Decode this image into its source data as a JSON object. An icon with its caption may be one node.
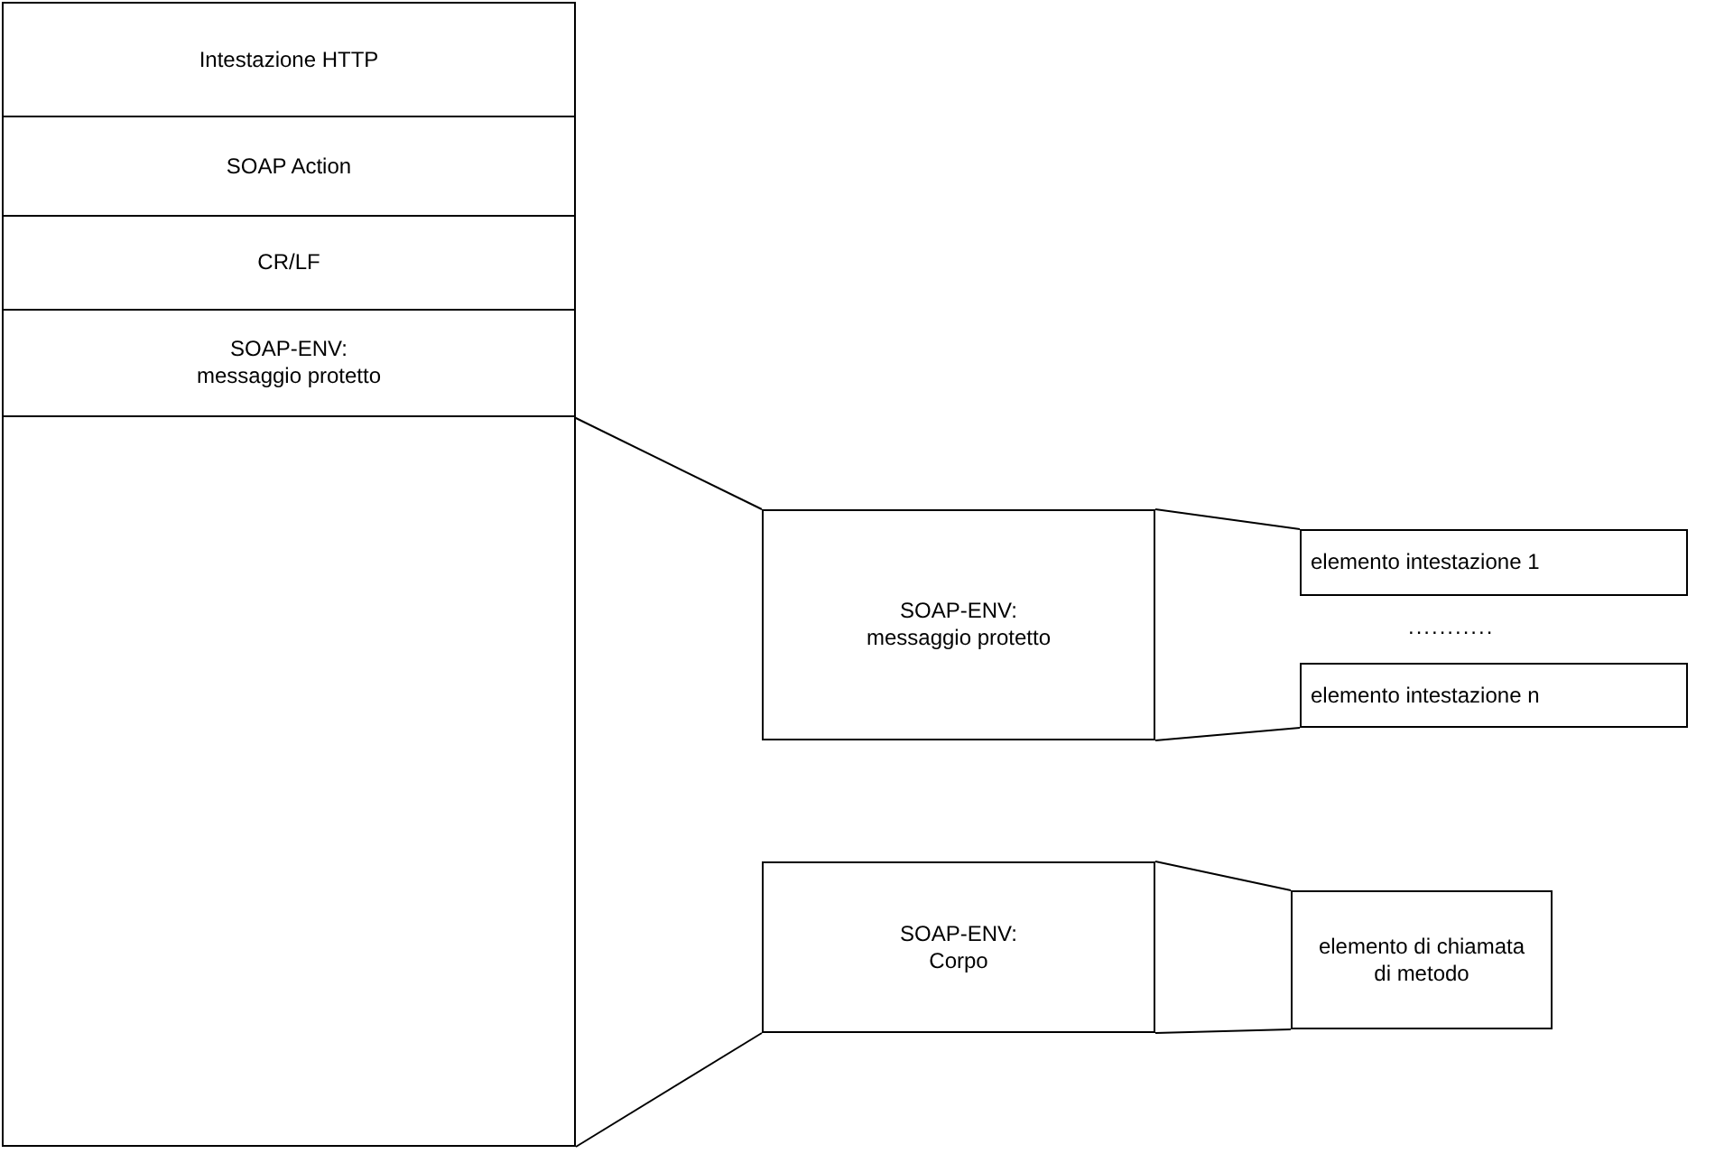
{
  "diagram": {
    "nodes": [
      {
        "text": [],
        "shape": "box"
      },
      {
        "text": [
          "Intestazione HTTP"
        ],
        "in": 0
      },
      {
        "text": [
          "SOAP Action"
        ],
        "in": 0
      },
      {
        "text": [
          "CR/LF"
        ],
        "in": 0
      },
      {
        "text": [
          "SOAP-ENV: messaggio protetto"
        ],
        "in": 0
      },
      {
        "text": [
          "SOAP-ENV: messaggio protetto"
        ]
      },
      {
        "text": [
          "elemento intestazione 1"
        ]
      },
      {
        "text": [
          "elemento intestazione n"
        ]
      },
      {
        "text": [
          "SOAP-ENV: Corpo"
        ]
      },
      {
        "text": [
          "elemento di chiamata di metodo"
        ]
      }
    ],
    "edges": [
      {
        "from": 4,
        "to": 5,
        "arrow": "none"
      },
      {
        "from": 0,
        "to": 8,
        "arrow": "none"
      },
      {
        "from": 5,
        "to": 6,
        "arrow": "none"
      },
      {
        "from": 5,
        "to": 7,
        "arrow": "none"
      },
      {
        "from": 8,
        "to": 9,
        "arrow": "none"
      },
      {
        "from": 8,
        "to": 9,
        "arrow": "none"
      }
    ],
    "labels": [
      "..........."
    ]
  }
}
